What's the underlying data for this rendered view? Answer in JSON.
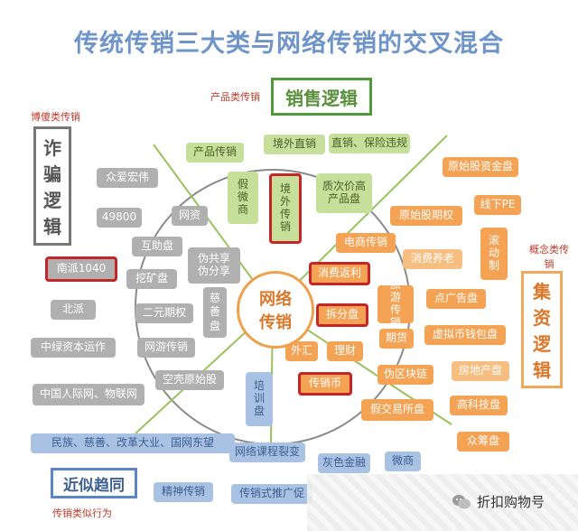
{
  "title": "传统传销三大类与网络传销的交叉混合",
  "labels": {
    "product_category": "产品类传销",
    "fraud_category": "博傻类传销",
    "concept_category": "概念类传销",
    "similar_category": "传销类似行为"
  },
  "frames": {
    "sales_logic": "销售逻辑",
    "fraud_logic": [
      "诈",
      "骗",
      "逻",
      "辑"
    ],
    "fund_logic": [
      "集",
      "资",
      "逻",
      "辑"
    ],
    "similar": "近似趋同"
  },
  "center": [
    "网络",
    "传销"
  ],
  "gray_boxes": [
    "众爱宏伟",
    "49800",
    "网资",
    "互助盘",
    "挖矿盘",
    "伪共享伪分享",
    "二元期权",
    "慈善盘",
    "网游传销",
    "空壳原始股",
    "北派",
    "中绿资本运作",
    "中国人际网、物联网",
    "南派1040"
  ],
  "green_boxes": [
    "产品传销",
    "境外直销",
    "直销、保险违规",
    "假微商",
    "境外传销",
    "质次价高产品盘"
  ],
  "orange_boxes": [
    "原始股资金盘",
    "线下PE",
    "原始股期权",
    "电商传销",
    "滚动制",
    "消费养老",
    "消费返利",
    "旅游传销",
    "点广告盘",
    "拆分盘",
    "期货",
    "虚拟币钱包盘",
    "外汇",
    "理财",
    "伪区块链",
    "房地产盘",
    "传销币",
    "高科技盘",
    "假交易所盘",
    "众筹盘"
  ],
  "blue_boxes": [
    "培训盘",
    "民族、慈善、改革大业、国网东望",
    "网络课程裂变",
    "灰色金融",
    "微商",
    "精神传销",
    "传销式推广促"
  ],
  "watermark": "折扣购物号",
  "colors": {
    "title": "#6f95c8",
    "gray": "#b0b0b0",
    "green": "#c6df9a",
    "orange": "#f4a254",
    "blue": "#a9c2e4",
    "red": "#c22626"
  }
}
